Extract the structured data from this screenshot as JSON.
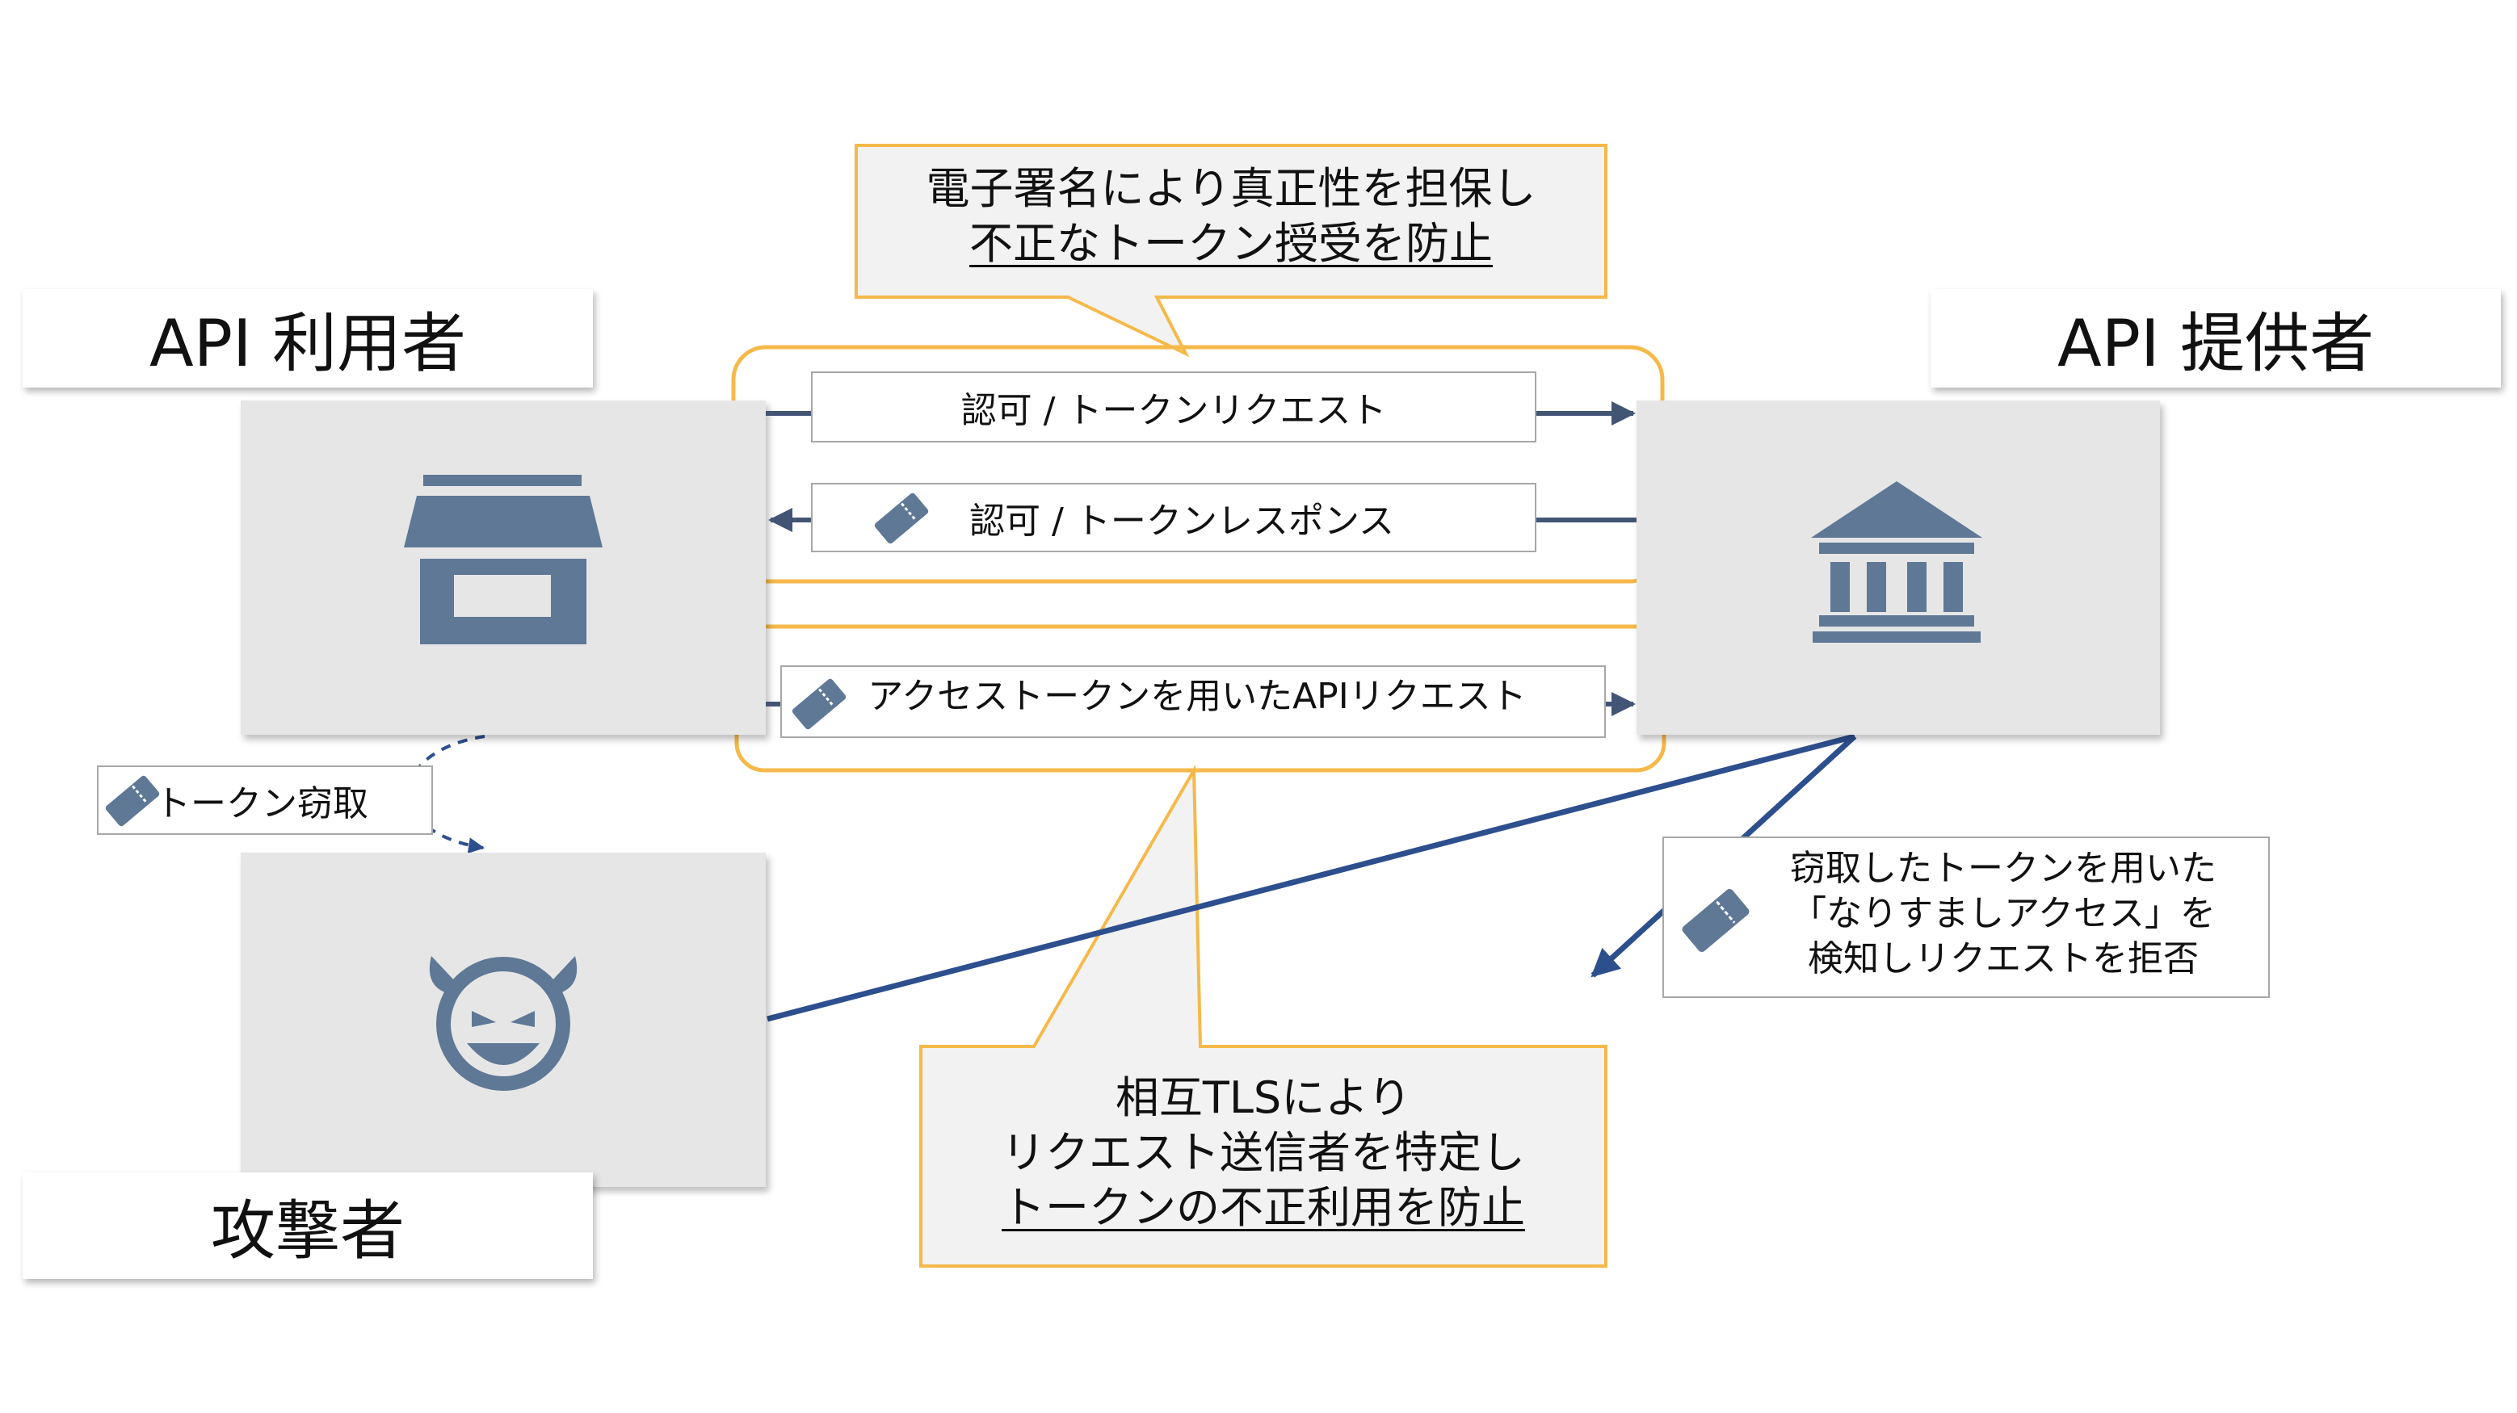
{
  "actors": {
    "user_title": "API 利用者",
    "provider_title": "API 提供者",
    "attacker_title": "攻撃者",
    "store_icon": "store-icon",
    "bank_icon": "bank-icon",
    "devil_icon": "devil-icon"
  },
  "flows": {
    "auth_request": "認可 / トークンリクエスト",
    "auth_response": "認可 / トークンレスポンス",
    "api_request": "アクセストークンを用いたAPIリクエスト",
    "token_theft": "トークン窃取",
    "ticket_icon": "ticket-icon"
  },
  "callouts": {
    "signature_line1": "電子署名により真正性を担保し",
    "signature_line2": "不正なトークン授受を防止",
    "mtls_line1": "相互TLSにより",
    "mtls_line2": "リクエスト送信者を特定し",
    "mtls_line3": "トークンの不正利用を防止"
  },
  "reject_note": {
    "line1": "窃取したトークンを用いた",
    "line2": "「なりすましアクセス」を",
    "line3": "検知しリクエストを拒否"
  },
  "colors": {
    "accent_orange": "#f5b94a",
    "callout_fill": "#f2f2f2",
    "icon_blue": "#5f7896",
    "arrow_navy": "#435575",
    "attack_line": "#2d4f8e",
    "box_gray": "#e6e6e6"
  }
}
